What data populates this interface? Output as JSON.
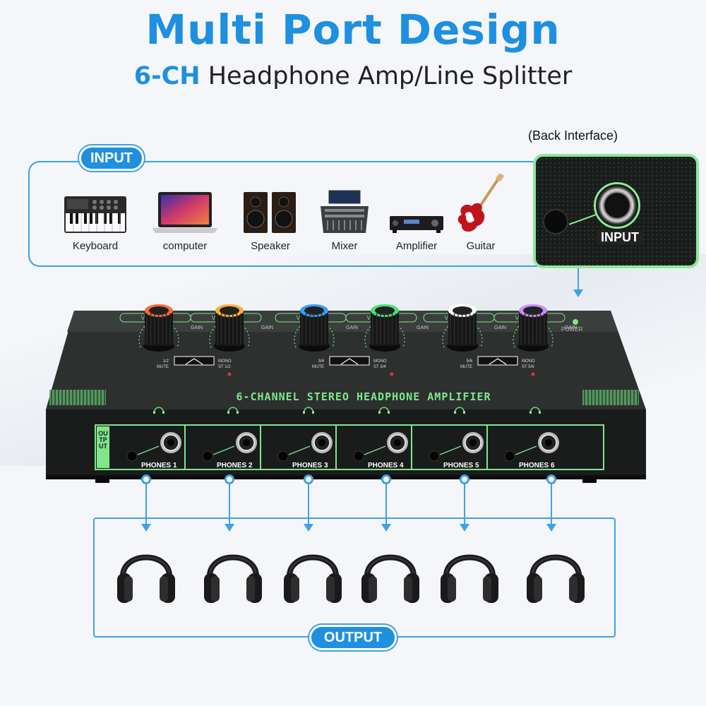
{
  "header": {
    "title": "Multi Port Design",
    "subtitle_highlight": "6-CH",
    "subtitle_rest": " Headphone Amp/Line Splitter"
  },
  "input_section": {
    "pill_label": "INPUT",
    "back_label": "(Back Interface)",
    "back_input_label": "INPUT",
    "sources": [
      {
        "label": "Keyboard",
        "icon": "keyboard-icon"
      },
      {
        "label": "computer",
        "icon": "laptop-icon"
      },
      {
        "label": "Speaker",
        "icon": "speaker-icon"
      },
      {
        "label": "Mixer",
        "icon": "mixer-icon"
      },
      {
        "label": "Amplifier",
        "icon": "amplifier-icon"
      },
      {
        "label": "Guitar",
        "icon": "guitar-icon"
      }
    ]
  },
  "device": {
    "panel_title": "6-CHANNEL  STEREO  HEADPHONE  AMPLIFIER",
    "power_label": "POWER",
    "gain_label": "GAIN",
    "output_vertical": "OUTPUT",
    "knob_colors": [
      "#ff6a3c",
      "#ffae3c",
      "#3c9dff",
      "#4ae07a",
      "#ffffff",
      "#c98cff"
    ],
    "volume_labels": [
      "VOLUME 1",
      "VOLUME 2",
      "VOLUME 3",
      "VOLUME 4",
      "VOLUME 5",
      "VOLUME 6"
    ],
    "switch_labels": [
      {
        "left": "1/2",
        "left2": "MUTE",
        "right": "MONO",
        "right2": "ST 1/2"
      },
      {
        "left": "3/4",
        "left2": "MUTE",
        "right": "MONO",
        "right2": "ST 3/4"
      },
      {
        "left": "5/6",
        "left2": "MUTE",
        "right": "MONO",
        "right2": "ST 5/6"
      }
    ],
    "phones": [
      "PHONES 1",
      "PHONES 2",
      "PHONES 3",
      "PHONES 4",
      "PHONES 5",
      "PHONES 6"
    ],
    "accent": "#7fe68c"
  },
  "output_section": {
    "pill_label": "OUTPUT",
    "headphone_count": 6
  }
}
